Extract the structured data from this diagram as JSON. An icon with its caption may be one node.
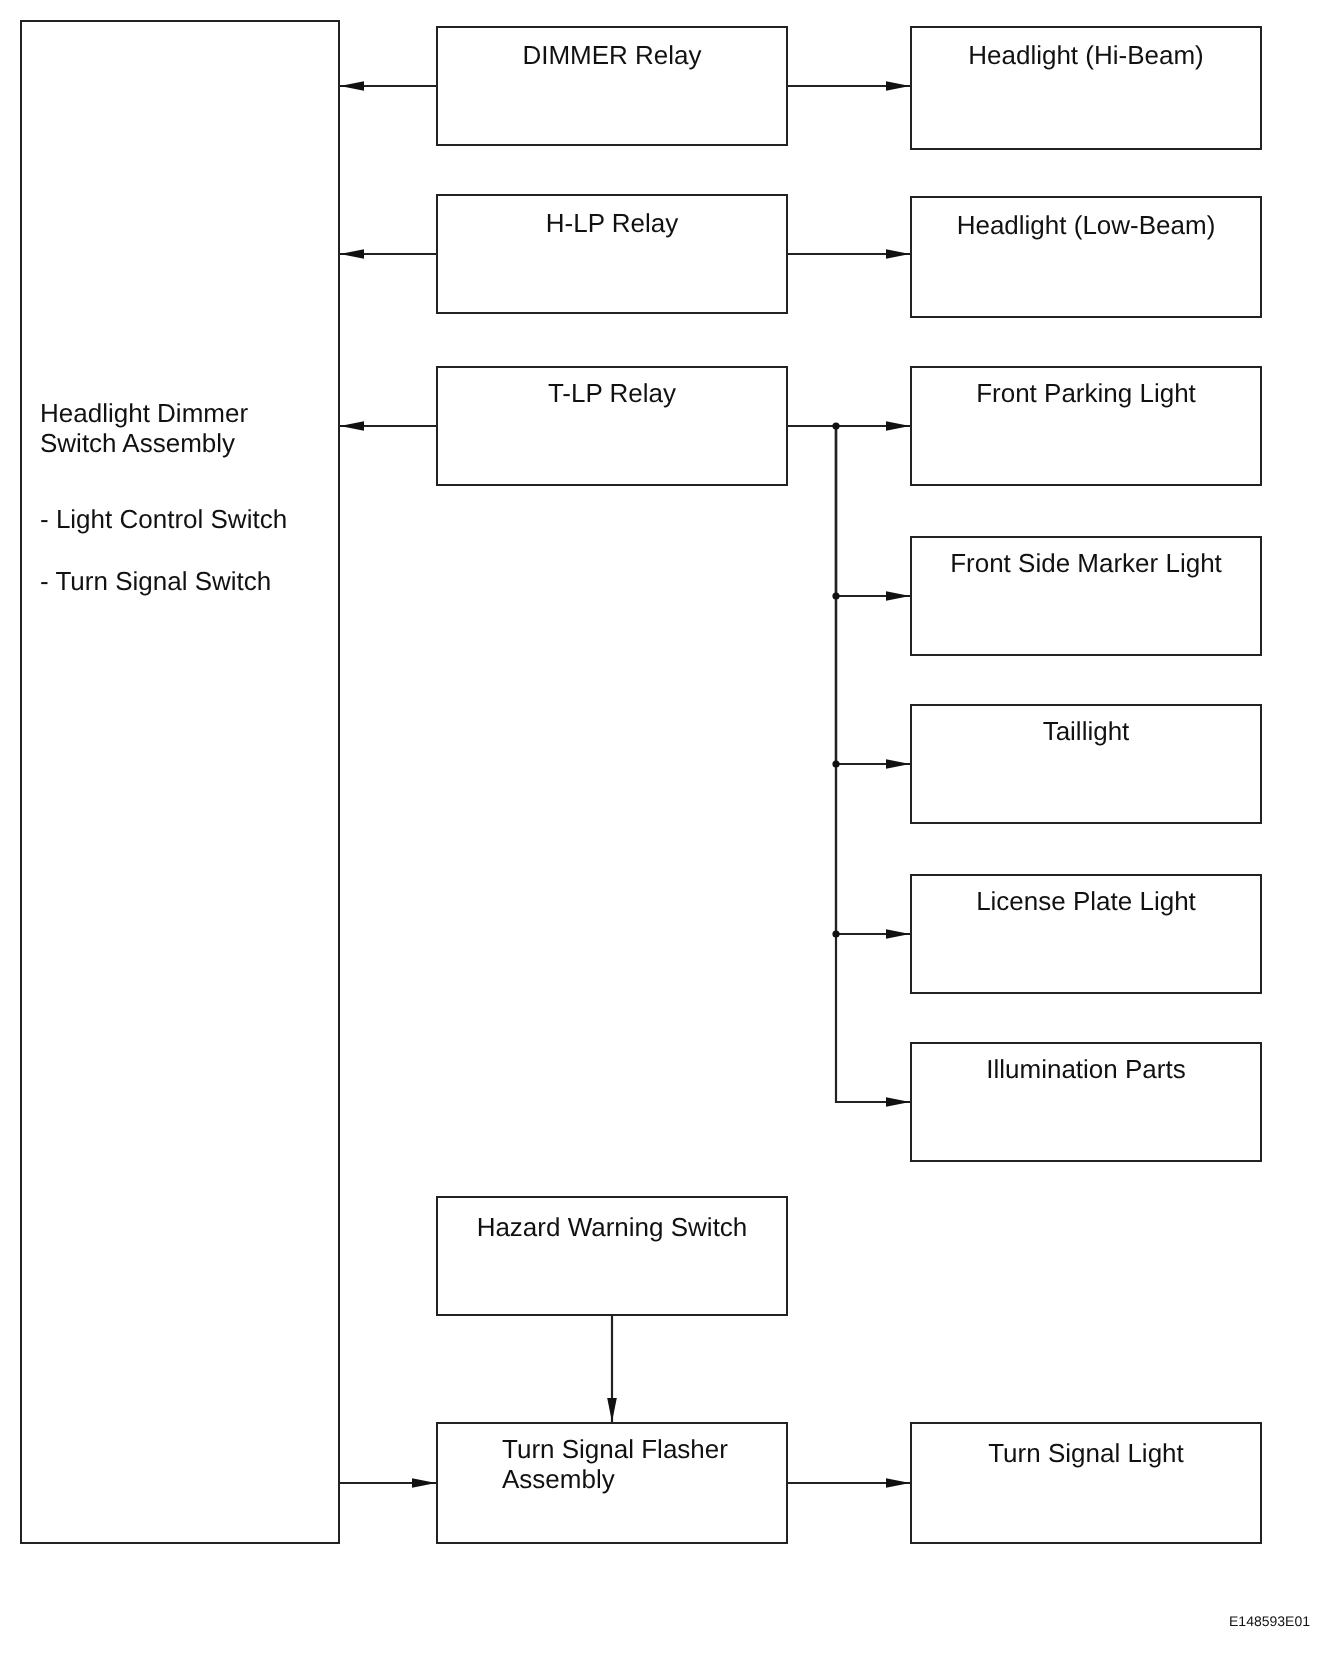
{
  "diagram": {
    "nodes": [
      {
        "text": [
          "Headlight Dimmer Switch Assembly",
          "- Light Control Switch",
          "- Turn Signal Switch"
        ]
      },
      {
        "text": [
          "DIMMER Relay"
        ]
      },
      {
        "text": [
          "Headlight (Hi-Beam)"
        ]
      },
      {
        "text": [
          "H-LP Relay"
        ]
      },
      {
        "text": [
          "Headlight (Low-Beam)"
        ]
      },
      {
        "text": [
          "T-LP Relay"
        ]
      },
      {
        "text": [
          "Front Parking Light"
        ]
      },
      {
        "text": [
          "Front Side Marker Light"
        ]
      },
      {
        "text": [
          "Taillight"
        ]
      },
      {
        "text": [
          "License Plate Light"
        ]
      },
      {
        "text": [
          "Illumination Parts"
        ]
      },
      {
        "text": [
          "Hazard Warning Switch"
        ]
      },
      {
        "text": [
          "Turn Signal Flasher Assembly"
        ]
      },
      {
        "text": [
          "Turn Signal Light"
        ]
      }
    ],
    "edges": [
      {
        "from": 1,
        "to": 0,
        "arrow": "to"
      },
      {
        "from": 1,
        "to": 2,
        "arrow": "to"
      },
      {
        "from": 3,
        "to": 0,
        "arrow": "to"
      },
      {
        "from": 3,
        "to": 4,
        "arrow": "to"
      },
      {
        "from": 5,
        "to": 0,
        "arrow": "to"
      },
      {
        "from": 5,
        "to": 6,
        "arrow": "to"
      },
      {
        "from": 5,
        "to": 7,
        "arrow": "to"
      },
      {
        "from": 5,
        "to": 8,
        "arrow": "to"
      },
      {
        "from": 5,
        "to": 9,
        "arrow": "to"
      },
      {
        "from": 5,
        "to": 10,
        "arrow": "to"
      },
      {
        "from": 11,
        "to": 12,
        "arrow": "to"
      },
      {
        "from": 0,
        "to": 12,
        "arrow": "to"
      },
      {
        "from": 12,
        "to": 13,
        "arrow": "to"
      }
    ],
    "labels": [
      "E148593E01"
    ]
  }
}
